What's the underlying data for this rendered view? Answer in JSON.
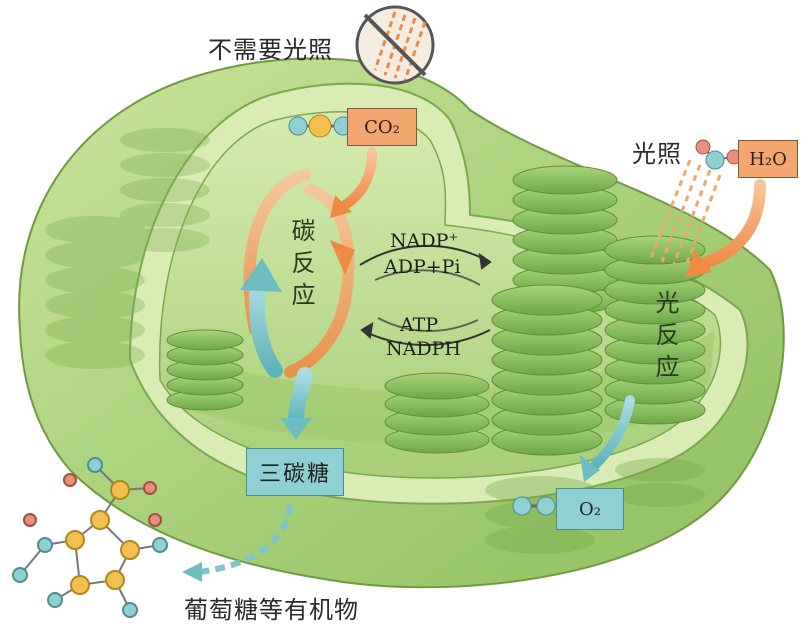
{
  "labels": {
    "no_light": "不需要光照",
    "light": "光照",
    "co2": "CO₂",
    "h2o": "H₂O",
    "o2": "O₂",
    "dark_reaction": "碳反应",
    "light_reaction": "光反应",
    "three_carbon_sugar": "三碳糖",
    "glucose": "葡萄糖等有机物",
    "nadp": "NADP⁺",
    "adp_pi": "ADP+Pi",
    "atp": "ATP",
    "nadph": "NADPH"
  },
  "colors": {
    "chloroplast_outer": "#a9cf7a",
    "chloroplast_inner": "#cfe6a6",
    "stroma": "#bfdc8a",
    "thylakoid": "#8ec262",
    "orange_arrow": "#f09a5c",
    "teal_arrow": "#7fc6cc",
    "box_orange": "#f3a66d",
    "box_teal": "#8fd0d2"
  },
  "icons": [
    "sun-blocked-icon",
    "co2-molecule-icon",
    "h2o-molecule-icon",
    "o2-molecule-icon",
    "glucose-molecule-icon"
  ]
}
